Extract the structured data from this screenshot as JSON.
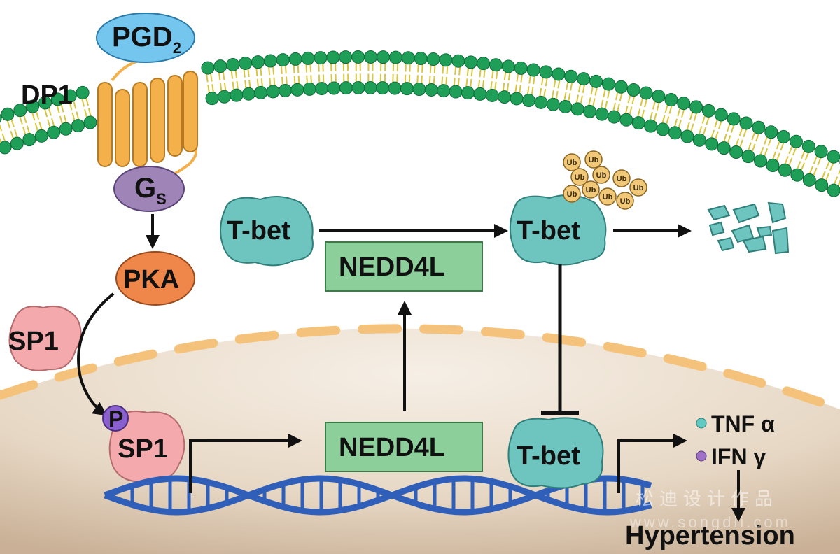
{
  "ligand": {
    "label": "PGD",
    "subscript": "2"
  },
  "receptor": {
    "label": "DP1"
  },
  "g_protein": {
    "label": "G",
    "subscript": "S"
  },
  "kinase": {
    "label": "PKA"
  },
  "tf_free": {
    "label": "SP1"
  },
  "phospho": {
    "label": "P"
  },
  "tf_bound": {
    "label": "SP1"
  },
  "tbet_left": {
    "label": "T-bet"
  },
  "tbet_ub": {
    "label": "T-bet"
  },
  "tbet_nucleus": {
    "label": "T-bet"
  },
  "ubiquitin": {
    "label": "Ub",
    "count": 10
  },
  "nedd4l_cyto": {
    "label": "NEDD4L"
  },
  "nedd4l_nuc": {
    "label": "NEDD4L"
  },
  "cytokines": [
    {
      "label": "TNF α",
      "color": "#5fc9c2"
    },
    {
      "label": "IFN γ",
      "color": "#a070c8"
    }
  ],
  "outcome": {
    "label": "Hypertension"
  },
  "watermark": {
    "line1": "松迪设计作品",
    "line2": "www.songdii.com"
  },
  "colors": {
    "membrane_head": "#1e9e57",
    "membrane_tail": "#d8c640",
    "receptor": "#f4b04a",
    "ligand": "#74c6ee",
    "g_protein": "#9f84b8",
    "pka": "#f0874a",
    "sp1": "#f4a9ac",
    "phospho": "#8a5fd0",
    "tbet": "#6ec5c0",
    "nedd4l": "#8ccf9a",
    "ubiquitin": "#f0c878",
    "dna": "#2f5fb8",
    "nucleus": "#e9dccb",
    "nuclear_envelope": "#f4c27a"
  }
}
